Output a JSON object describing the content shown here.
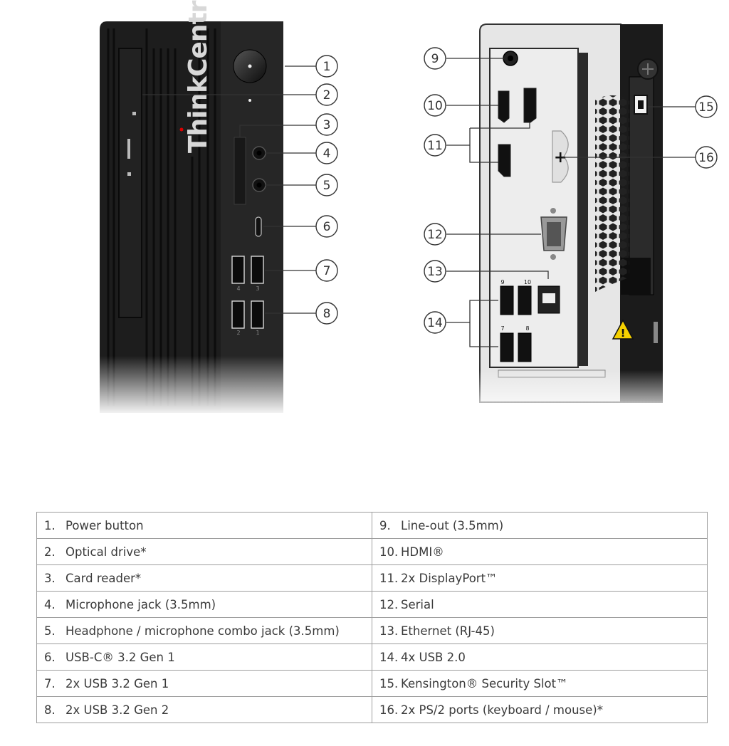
{
  "figure": {
    "brand_text": "ThinkCentre",
    "callouts": [
      {
        "n": "1"
      },
      {
        "n": "2"
      },
      {
        "n": "3"
      },
      {
        "n": "4"
      },
      {
        "n": "5"
      },
      {
        "n": "6"
      },
      {
        "n": "7"
      },
      {
        "n": "8"
      },
      {
        "n": "9"
      },
      {
        "n": "10"
      },
      {
        "n": "11"
      },
      {
        "n": "12"
      },
      {
        "n": "13"
      },
      {
        "n": "14"
      },
      {
        "n": "15"
      },
      {
        "n": "16"
      }
    ],
    "port_labels": {
      "usb_front": [
        "4",
        "3",
        "2",
        "1"
      ],
      "usb_rear": [
        "9",
        "10",
        "7",
        "8"
      ]
    }
  },
  "table": {
    "rows": [
      {
        "left_num": "1.",
        "left": "Power button",
        "right_num": "9.",
        "right": "Line-out (3.5mm)"
      },
      {
        "left_num": "2.",
        "left": "Optical drive*",
        "right_num": "10.",
        "right": "HDMI®"
      },
      {
        "left_num": "3.",
        "left": "Card reader*",
        "right_num": "11.",
        "right": "2x DisplayPort™"
      },
      {
        "left_num": "4.",
        "left": "Microphone jack (3.5mm)",
        "right_num": "12.",
        "right": "Serial"
      },
      {
        "left_num": "5.",
        "left": "Headphone / microphone combo jack (3.5mm)",
        "right_num": "13.",
        "right": "Ethernet (RJ-45)"
      },
      {
        "left_num": "6.",
        "left": "USB-C® 3.2 Gen 1",
        "right_num": "14.",
        "right": "4x USB 2.0"
      },
      {
        "left_num": "7.",
        "left": "2x USB 3.2 Gen 1",
        "right_num": "15.",
        "right": "Kensington® Security Slot™"
      },
      {
        "left_num": "8.",
        "left": "2x USB 3.2 Gen 2",
        "right_num": "16.",
        "right": "2x PS/2 ports (keyboard / mouse)*"
      }
    ]
  }
}
